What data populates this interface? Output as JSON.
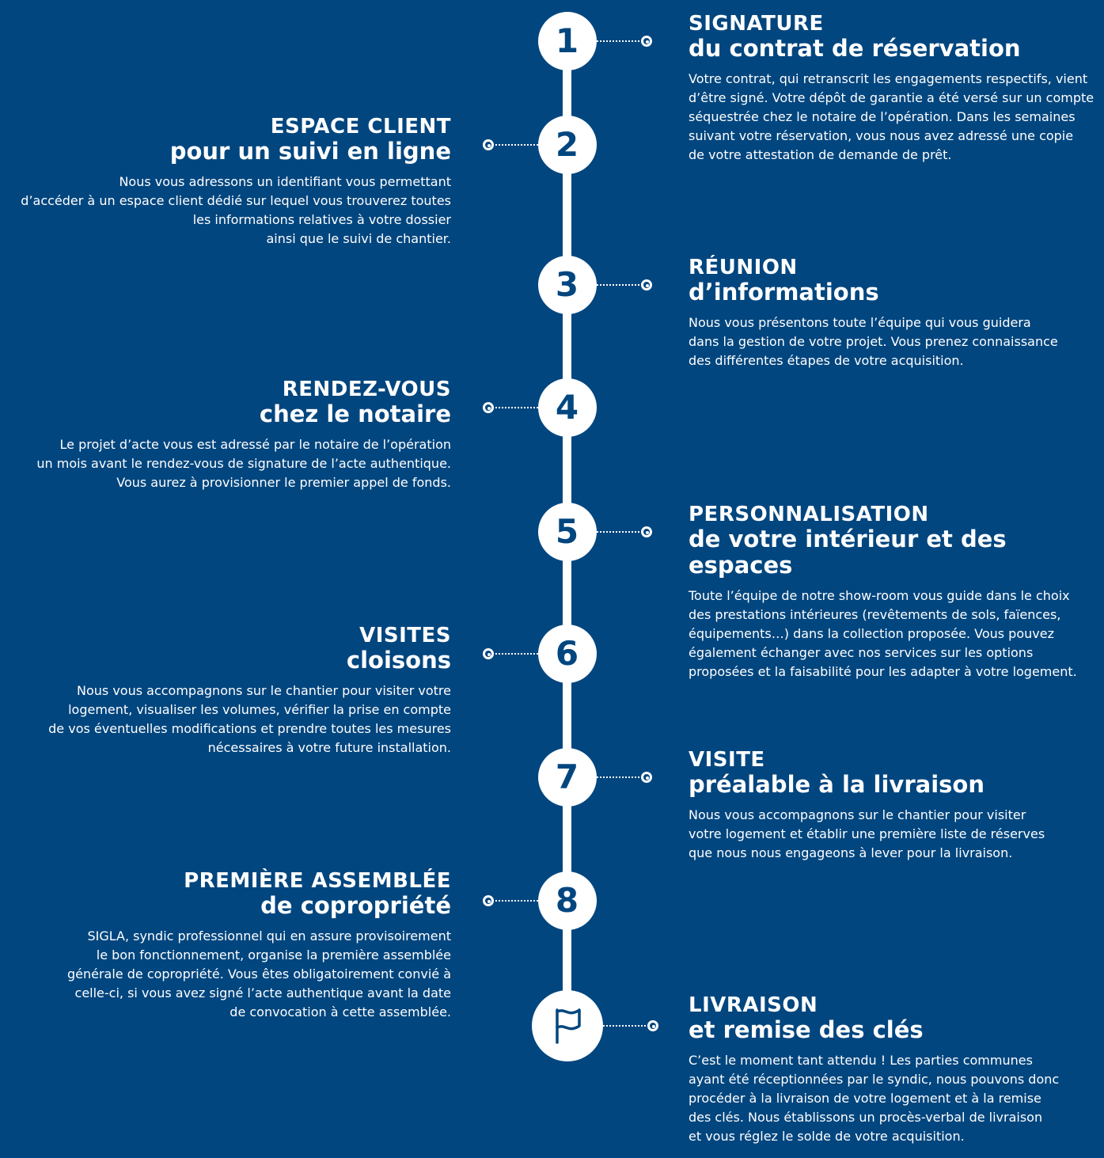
{
  "steps": [
    {
      "number": "1",
      "title": "SIGNATURE",
      "subtitle": "du contrat de réservation",
      "lines": [
        "Votre contrat, qui retranscrit les engagements respectifs, vient",
        "d’être signé. Votre dépôt de garantie a été versé sur un compte",
        "séquestrée chez le notaire de l’opération. Dans les semaines",
        "suivant votre réservation, vous nous avez adressé une copie",
        "de votre attestation de demande de prêt."
      ]
    },
    {
      "number": "2",
      "title": "ESPACE CLIENT",
      "subtitle": "pour un suivi en ligne",
      "lines": [
        "Nous vous adressons un identifiant vous permettant",
        "d’accéder à un espace client dédié sur lequel vous trouverez toutes",
        "les informations relatives à votre dossier",
        "ainsi que le suivi de chantier."
      ]
    },
    {
      "number": "3",
      "title": "RÉUNION",
      "subtitle": "d’informations",
      "lines": [
        "Nous vous présentons toute l’équipe qui vous guidera",
        "dans la gestion de votre projet. Vous prenez connaissance",
        "des différentes étapes de votre acquisition."
      ]
    },
    {
      "number": "4",
      "title": "RENDEZ-VOUS",
      "subtitle": "chez le notaire",
      "lines": [
        "Le projet d’acte vous est adressé par le notaire de l’opération",
        "un mois avant le rendez-vous de signature de l’acte authentique.",
        "Vous aurez à provisionner le premier appel de fonds."
      ]
    },
    {
      "number": "5",
      "title": "PERSONNALISATION",
      "subtitle": "de votre intérieur et des espaces",
      "lines": [
        "Toute l’équipe de notre show-room vous guide dans le choix",
        "des prestations intérieures (revêtements de sols, faïences,",
        "équipements…) dans la collection proposée. Vous pouvez",
        "également échanger avec nos services sur les options",
        "proposées et la faisabilité pour les adapter à votre logement."
      ]
    },
    {
      "number": "6",
      "title": "VISITES",
      "subtitle": "cloisons",
      "lines": [
        "Nous vous accompagnons sur le chantier pour visiter votre",
        "logement, visualiser les volumes, vérifier la prise en compte",
        "de vos éventuelles modifications et prendre toutes les mesures",
        "nécessaires à votre future installation."
      ]
    },
    {
      "number": "7",
      "title": "VISITE",
      "subtitle": "préalable à la livraison",
      "lines": [
        "Nous vous accompagnons sur le chantier pour visiter",
        " votre logement et établir une première liste de réserves",
        "que nous nous engageons à lever pour la livraison."
      ]
    },
    {
      "number": "8",
      "title": "PREMIÈRE ASSEMBLÉE",
      "subtitle": "de copropriété",
      "lines": [
        "SIGLA, syndic professionnel qui en assure provisoirement",
        "le bon fonctionnement, organise la première assemblée",
        "générale de copropriété. Vous êtes obligatoirement convié à",
        "celle-ci, si vous avez signé l’acte authentique avant la date",
        "de convocation à cette assemblée."
      ]
    },
    {
      "icon": "flag-icon",
      "title": "LIVRAISON",
      "subtitle": "et remise des clés",
      "lines": [
        "C’est le moment tant attendu ! Les parties communes",
        "ayant été réceptionnées par le syndic, nous pouvons donc",
        "procéder à la livraison de votre logement et à la remise",
        "des clés. Nous établissons un procès-verbal de livraison",
        "et vous réglez le solde de votre acquisition."
      ]
    }
  ],
  "colors": {
    "background": "#02467f",
    "foreground": "#ffffff"
  }
}
